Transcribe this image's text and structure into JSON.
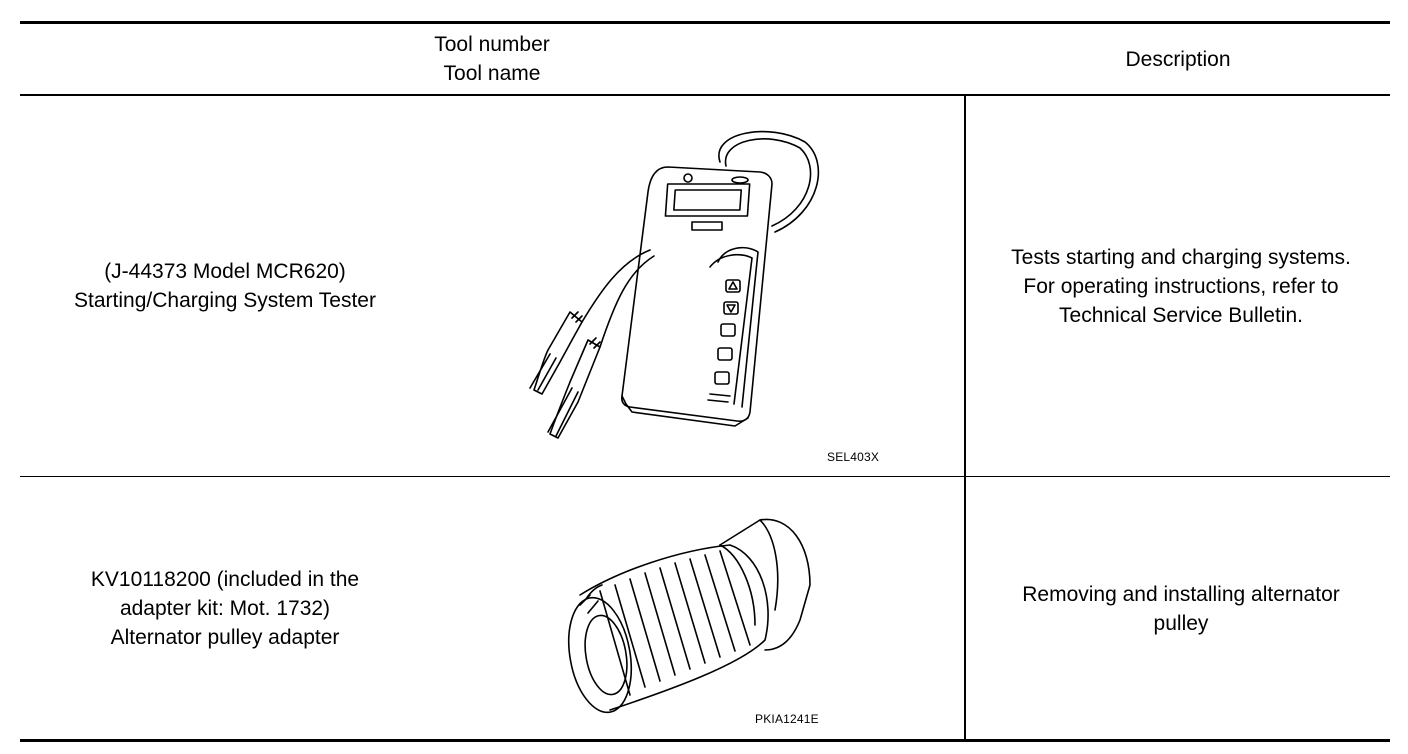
{
  "table": {
    "header": {
      "col1_line1": "Tool number",
      "col1_line2": "Tool name",
      "col2": "Description"
    },
    "rows": [
      {
        "tool_lines": [
          "(J-44373 Model MCR620)",
          "Starting/Charging System Tester"
        ],
        "figure_code": "SEL403X",
        "figure_icon": "battery-tester-illustration",
        "description_lines": [
          "Tests starting and charging systems.",
          "For operating instructions, refer to",
          "Technical Service Bulletin."
        ]
      },
      {
        "tool_lines": [
          "KV10118200 (included in the",
          "adapter kit: Mot. 1732)",
          "Alternator pulley adapter"
        ],
        "figure_code": "PKIA1241E",
        "figure_icon": "pulley-adapter-illustration",
        "description_lines": [
          "Removing and installing alternator",
          "pulley"
        ]
      }
    ]
  }
}
